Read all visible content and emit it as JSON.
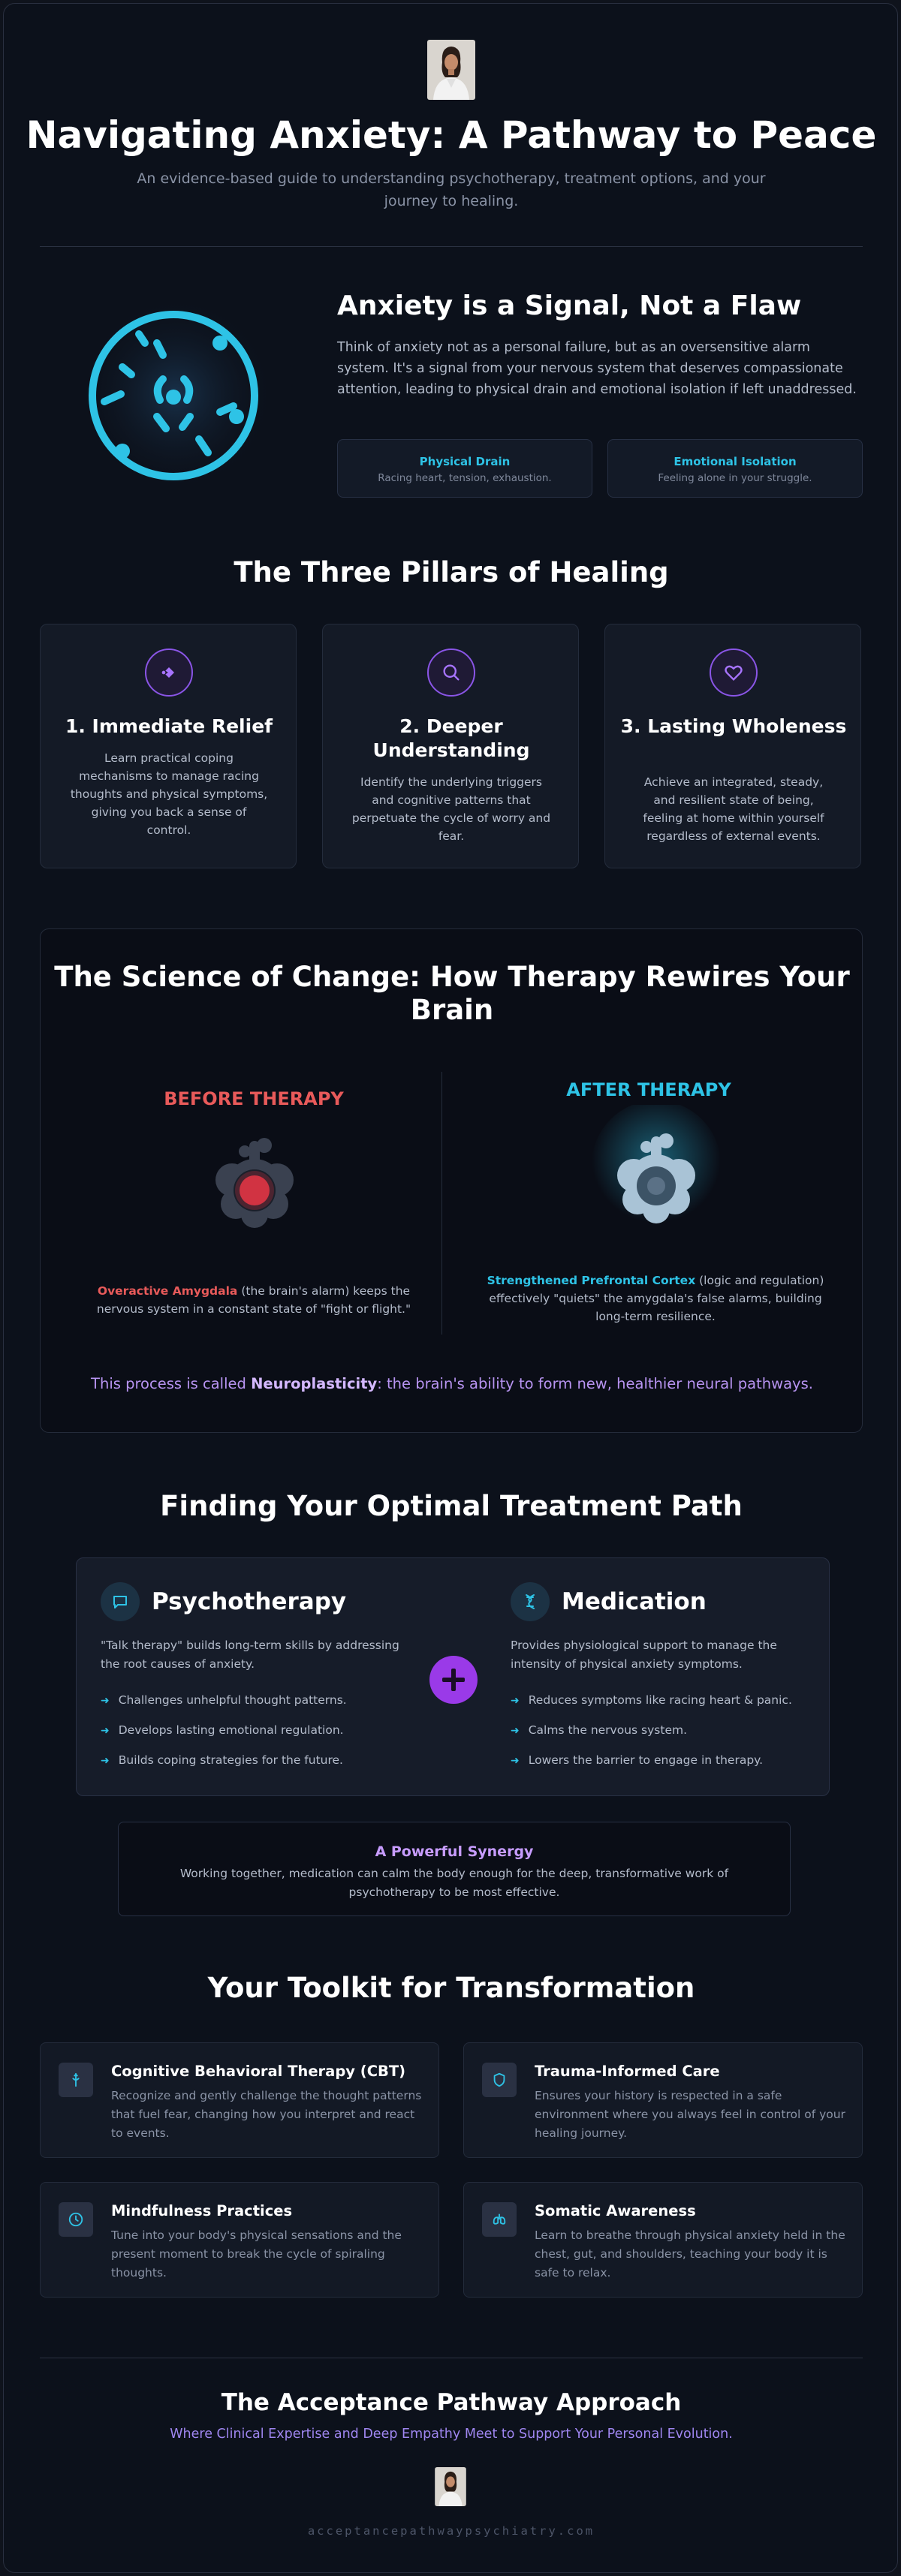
{
  "header": {
    "title": "Navigating Anxiety: A Pathway to Peace",
    "subtitle": "An evidence-based guide to understanding psychotherapy, treatment options, and your journey to healing."
  },
  "signal": {
    "title": "Anxiety is a Signal, Not a Flaw",
    "body": "Think of anxiety not as a personal failure, but as an oversensitive alarm system. It's a signal from your nervous system that deserves compassionate attention, leading to physical drain and emotional isolation if left unaddressed.",
    "cards": [
      {
        "title": "Physical Drain",
        "desc": "Racing heart, tension, exhaustion."
      },
      {
        "title": "Emotional Isolation",
        "desc": "Feeling alone in your struggle."
      }
    ]
  },
  "pillars": {
    "title": "The Three Pillars of Healing",
    "items": [
      {
        "title": "1. Immediate Relief",
        "desc": "Learn practical coping mechanisms to manage racing thoughts and physical symptoms, giving you back a sense of control.",
        "icon": "hand-heart-icon"
      },
      {
        "title": "2. Deeper Understanding",
        "desc": "Identify the underlying triggers and cognitive patterns that perpetuate the cycle of worry and fear.",
        "icon": "search-icon"
      },
      {
        "title": "3. Lasting Wholeness",
        "desc": "Achieve an integrated, steady, and resilient state of being, feeling at home within yourself regardless of external events.",
        "icon": "heart-icon"
      }
    ]
  },
  "science": {
    "title": "The Science of Change: How Therapy Rewires Your Brain",
    "before": {
      "label": "BEFORE THERAPY",
      "highlight": "Overactive Amygdala",
      "text": " (the brain's alarm) keeps the nervous system in a constant state of \"fight or flight.\""
    },
    "after": {
      "label": "AFTER THERAPY",
      "highlight": "Strengthened Prefrontal Cortex",
      "text": " (logic and regulation) effectively \"quiets\" the amygdala's false alarms, building long-term resilience."
    },
    "note_prefix": "This process is called ",
    "note_term": "Neuroplasticity",
    "note_suffix": ": the brain's ability to form new, healthier neural pathways."
  },
  "treatment": {
    "title": "Finding Your Optimal Treatment Path",
    "psychotherapy": {
      "title": "Psychotherapy",
      "desc": "\"Talk therapy\" builds long-term skills by addressing the root causes of anxiety.",
      "items": [
        "Challenges unhelpful thought patterns.",
        "Develops lasting emotional regulation.",
        "Builds coping strategies for the future."
      ]
    },
    "medication": {
      "title": "Medication",
      "desc": "Provides physiological support to manage the intensity of physical anxiety symptoms.",
      "items": [
        "Reduces symptoms like racing heart & panic.",
        "Calms the nervous system.",
        "Lowers the barrier to engage in therapy."
      ]
    },
    "synergy": {
      "title": "A Powerful Synergy",
      "desc": "Working together, medication can calm the body enough for the deep, transformative work of psychotherapy to be most effective."
    }
  },
  "toolkit": {
    "title": "Your Toolkit for Transformation",
    "items": [
      {
        "title": "Cognitive Behavioral Therapy (CBT)",
        "desc": "Recognize and gently challenge the thought patterns that fuel fear, changing how you interpret and react to events."
      },
      {
        "title": "Trauma-Informed Care",
        "desc": "Ensures your history is respected in a safe environment where you always feel in control of your healing journey."
      },
      {
        "title": "Mindfulness Practices",
        "desc": "Tune into your body's physical sensations and the present moment to break the cycle of spiraling thoughts."
      },
      {
        "title": "Somatic Awareness",
        "desc": "Learn to breathe through physical anxiety held in the chest, gut, and shoulders, teaching your body it is safe to relax."
      }
    ]
  },
  "footer": {
    "title": "The Acceptance Pathway Approach",
    "subtitle": "Where Clinical Expertise and Deep Empathy Meet to Support Your Personal Evolution.",
    "url": "acceptancepathwaypsychiatry.com"
  },
  "colors": {
    "accent_cyan": "#2ec3e6",
    "accent_purple": "#9a3ae8",
    "before_red": "#e85a5a",
    "background": "#0c111b"
  }
}
